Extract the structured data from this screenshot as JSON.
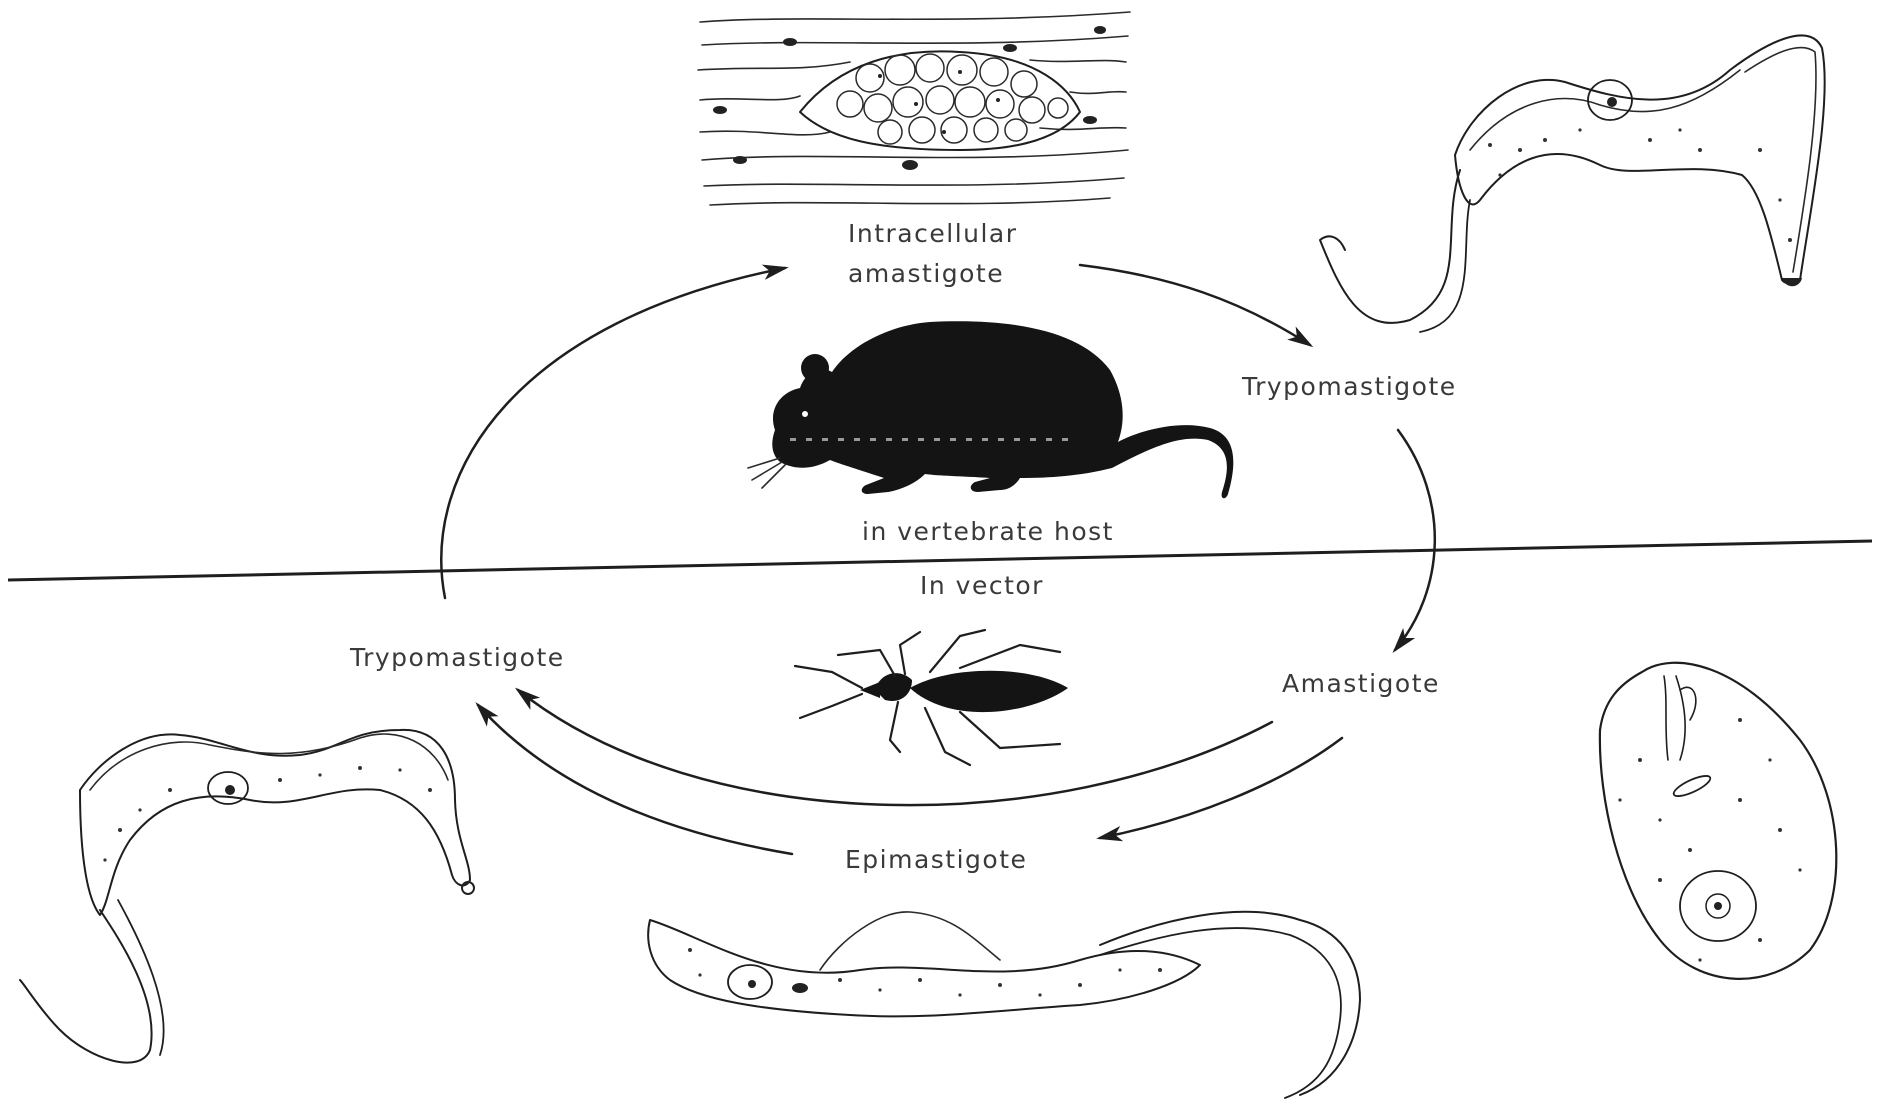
{
  "diagram": {
    "zones": {
      "upper": "in vertebrate host",
      "lower": "In vector"
    },
    "stages": {
      "intracellular_amastigote_line1": "Intracellular",
      "intracellular_amastigote_line2": "amastigote",
      "trypomastigote_host": "Trypomastigote",
      "amastigote_vector": "Amastigote",
      "epimastigote": "Epimastigote",
      "trypomastigote_vector": "Trypomastigote"
    },
    "icons": {
      "host": "rodent-silhouette-icon",
      "vector": "triatomine-bug-icon",
      "tissue": "muscle-tissue-pseudocyst-icon"
    }
  }
}
